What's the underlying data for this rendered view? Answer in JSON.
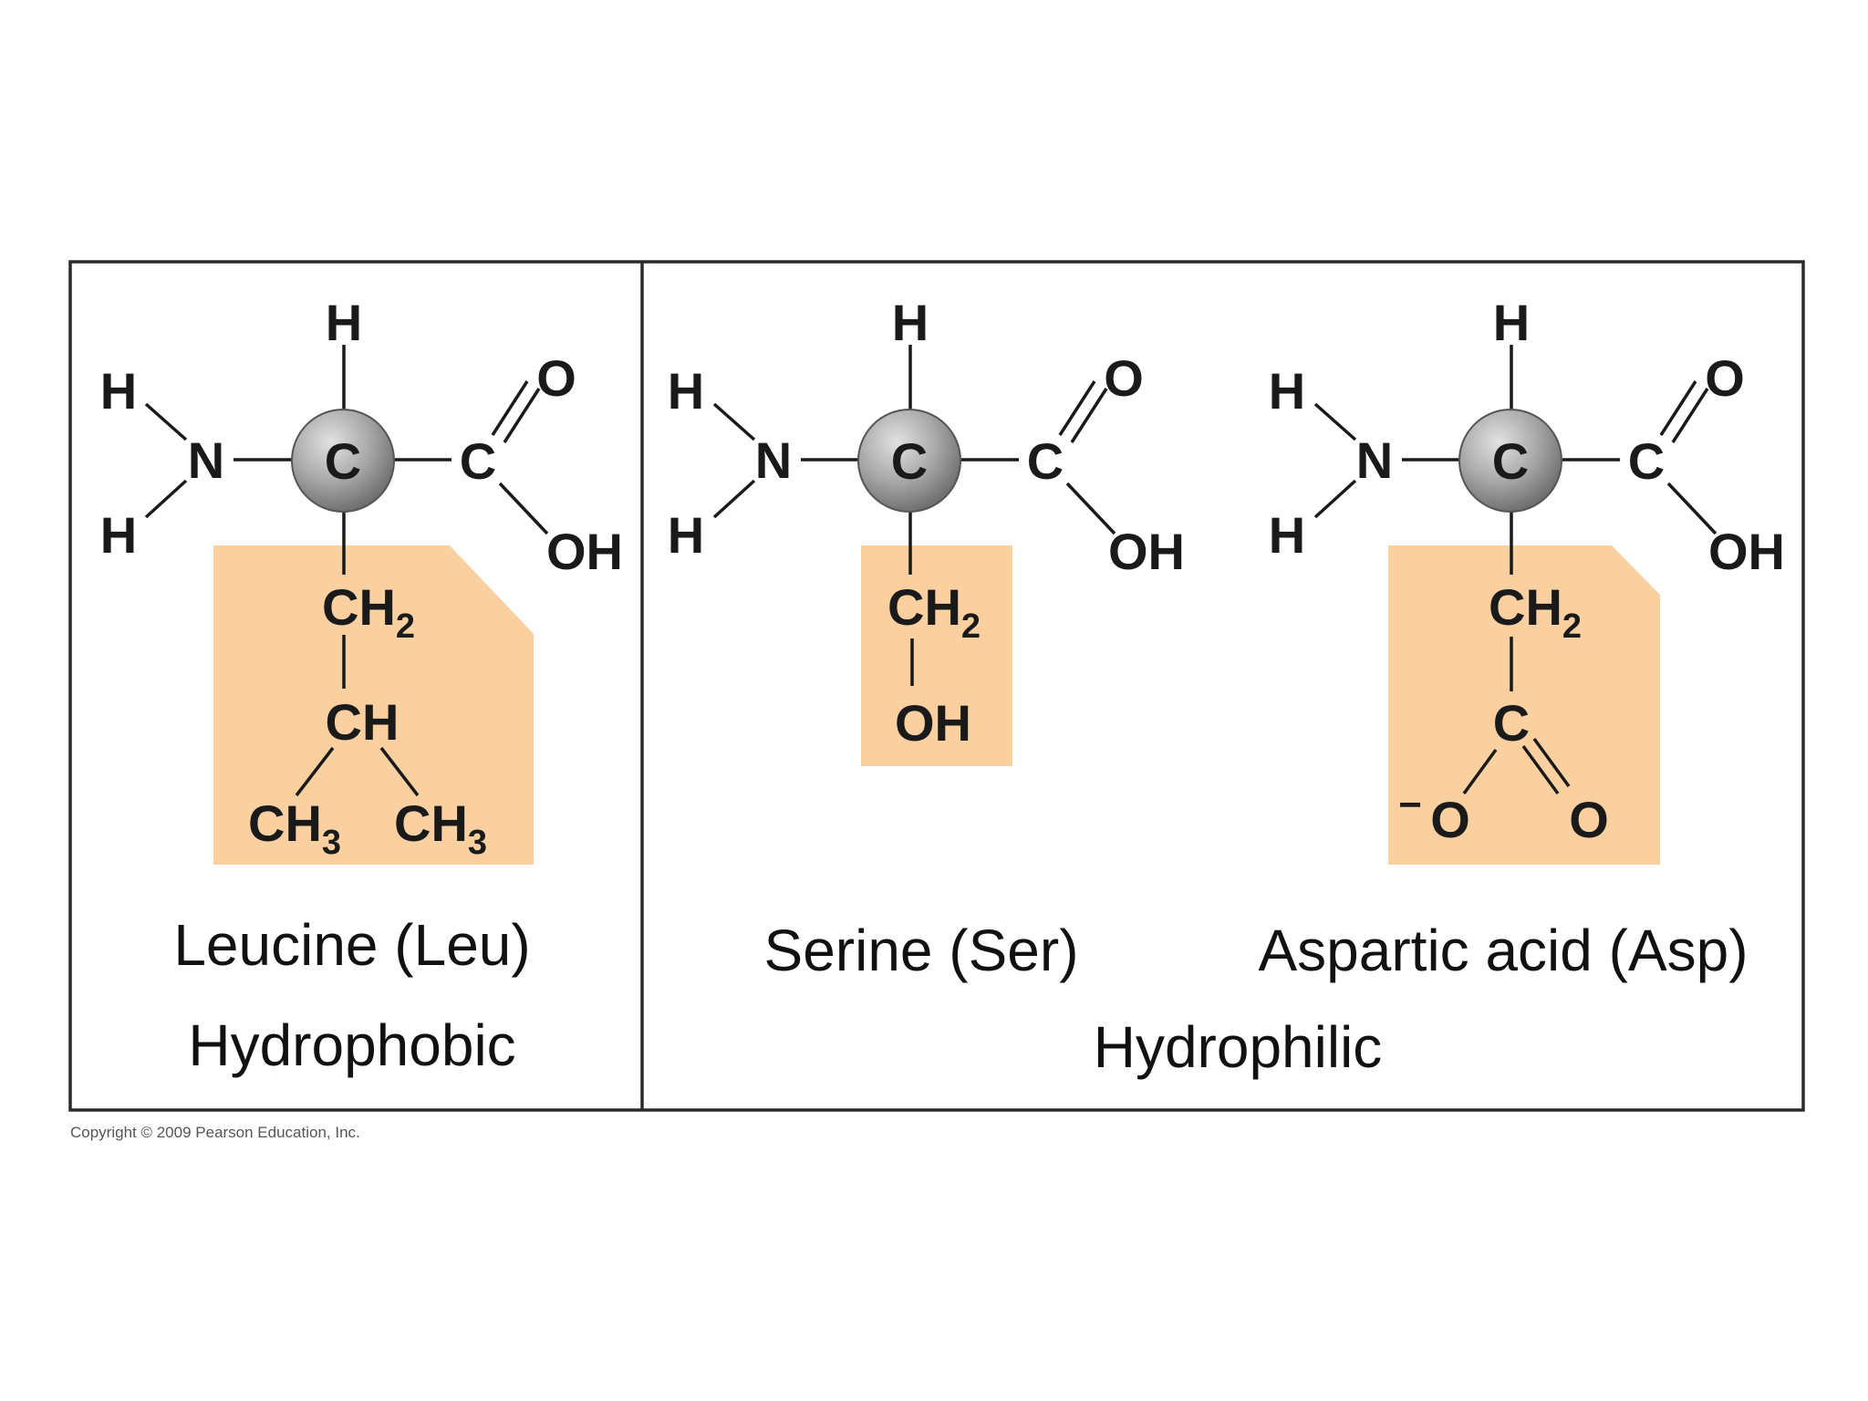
{
  "colors": {
    "side_chain_fill": "#fbd0a0",
    "alpha_carbon_gradient_light": "#e2e2e2",
    "alpha_carbon_gradient_dark": "#6e6e6e",
    "frame_stroke": "#2a2a2a",
    "text": "#1a1a1a"
  },
  "atoms": {
    "H": "H",
    "N": "N",
    "C": "C",
    "O": "O",
    "OH": "OH",
    "CH2_main": "CH",
    "CH2_sub": "2",
    "CH": "CH",
    "CH3_main": "CH",
    "CH3_sub": "3",
    "O_minus": "−"
  },
  "panels": {
    "hydrophobic": {
      "group_label": "Hydrophobic",
      "amino_acids": [
        {
          "name": "Leucine (Leu)"
        }
      ]
    },
    "hydrophilic": {
      "group_label": "Hydrophilic",
      "amino_acids": [
        {
          "name": "Serine (Ser)"
        },
        {
          "name": "Aspartic acid (Asp)"
        }
      ]
    }
  },
  "copyright": "Copyright © 2009 Pearson Education, Inc."
}
